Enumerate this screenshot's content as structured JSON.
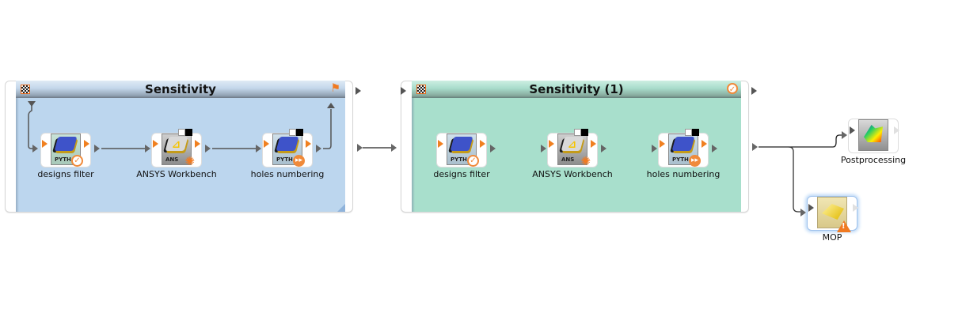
{
  "canvas": {
    "background": "#ffffff"
  },
  "containers": [
    {
      "title": "Sensitivity",
      "color": "#bcd6ee",
      "start_icon": "checkered-flag-icon",
      "status_icon": "running-man-icon",
      "nodes": [
        {
          "label": "designs filter",
          "icon": "python-icon",
          "badge": "check-icon"
        },
        {
          "label": "ANSYS Workbench",
          "icon": "ansys-icon",
          "badge": "gear-icon"
        },
        {
          "label": "holes numbering",
          "icon": "python-icon",
          "badge": "run-check-icon"
        }
      ]
    },
    {
      "title": "Sensitivity (1)",
      "color": "#a8dfcc",
      "start_icon": "checkered-flag-icon",
      "status_icon": "check-icon",
      "nodes": [
        {
          "label": "designs filter",
          "icon": "python-icon",
          "badge": "check-icon"
        },
        {
          "label": "ANSYS Workbench",
          "icon": "ansys-icon",
          "badge": "gear-icon"
        },
        {
          "label": "holes numbering",
          "icon": "python-icon",
          "badge": "run-check-icon"
        }
      ]
    }
  ],
  "standalone_nodes": [
    {
      "label": "Postprocessing",
      "icon": "postprocessing-surface-icon"
    },
    {
      "label": "MOP",
      "icon": "mop-icon",
      "badge": "warning-icon"
    }
  ],
  "icons": {
    "python_text": "PYTH",
    "ansys_text": "ANS",
    "check": "✓",
    "run": "▸▸",
    "gear": "✺",
    "runner": "🏃"
  }
}
